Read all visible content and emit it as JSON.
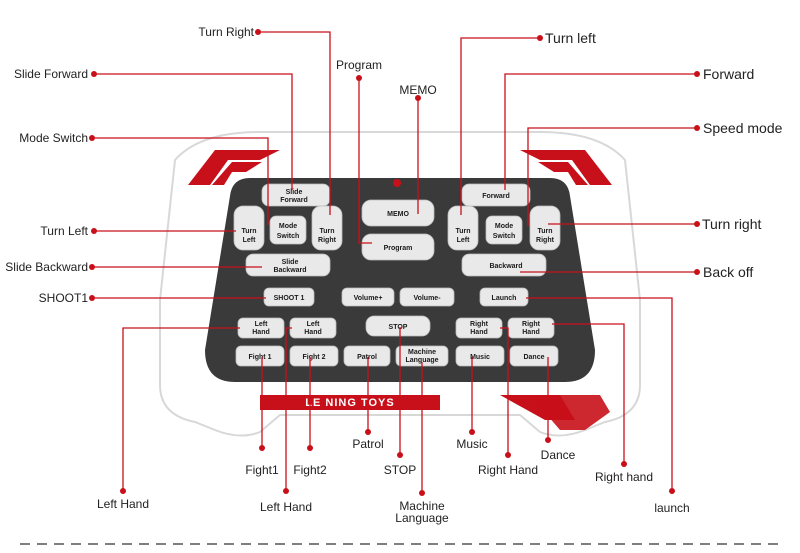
{
  "product_brand": "LE NING TOYS",
  "colors": {
    "accent": "#c8101a",
    "panel": "#3a3a3a",
    "body": "#ffffff",
    "button": "#e9e9e9"
  },
  "buttons": {
    "slide_forward": [
      "Slide",
      "Forward"
    ],
    "turn_left_l": [
      "Turn",
      "Left"
    ],
    "mode_switch_l": [
      "Mode",
      "Switch"
    ],
    "turn_right_l": [
      "Turn",
      "Right"
    ],
    "slide_backward": [
      "Slide",
      "Backward"
    ],
    "memo": "MEMO",
    "program": "Program",
    "forward": "Forward",
    "turn_left_r": [
      "Turn",
      "Left"
    ],
    "mode_switch_r": [
      "Mode",
      "Switch"
    ],
    "turn_right_r": [
      "Turn",
      "Right"
    ],
    "backward": "Backward",
    "shoot1": "SHOOT 1",
    "volume_up": "Volume+",
    "volume_down": "Volume-",
    "launch": "Launch",
    "left_hand_a": [
      "Left",
      "Hand"
    ],
    "left_hand_b": [
      "Left",
      "Hand"
    ],
    "stop": "STOP",
    "right_hand_a": [
      "Right",
      "Hand"
    ],
    "right_hand_b": [
      "Right",
      "Hand"
    ],
    "fight1": "Fight 1",
    "fight2": "Fight 2",
    "patrol": "Patrol",
    "machine_language": [
      "Machine",
      "Language"
    ],
    "music": "Music",
    "dance": "Dance"
  },
  "callouts": {
    "turn_right_top": "Turn Right",
    "slide_forward": "Slide Forward",
    "mode_switch": "Mode Switch",
    "turn_left": "Turn Left",
    "slide_backward": "Slide Backward",
    "shoot1": "SHOOT1",
    "program": "Program",
    "memo": "MEMO",
    "turn_left_r": "Turn left",
    "forward": "Forward",
    "speed_mode": "Speed mode",
    "turn_right_r": "Turn right",
    "back_off": "Back off",
    "left_hand_1": "Left Hand",
    "fight1": "Fight1",
    "left_hand_2": "Left Hand",
    "fight2": "Fight2",
    "patrol": "Patrol",
    "stop": "STOP",
    "machine_language": [
      "Machine",
      "Language"
    ],
    "music": "Music",
    "right_hand_1": "Right Hand",
    "dance": "Dance",
    "right_hand_2": "Right hand",
    "launch": "launch"
  }
}
